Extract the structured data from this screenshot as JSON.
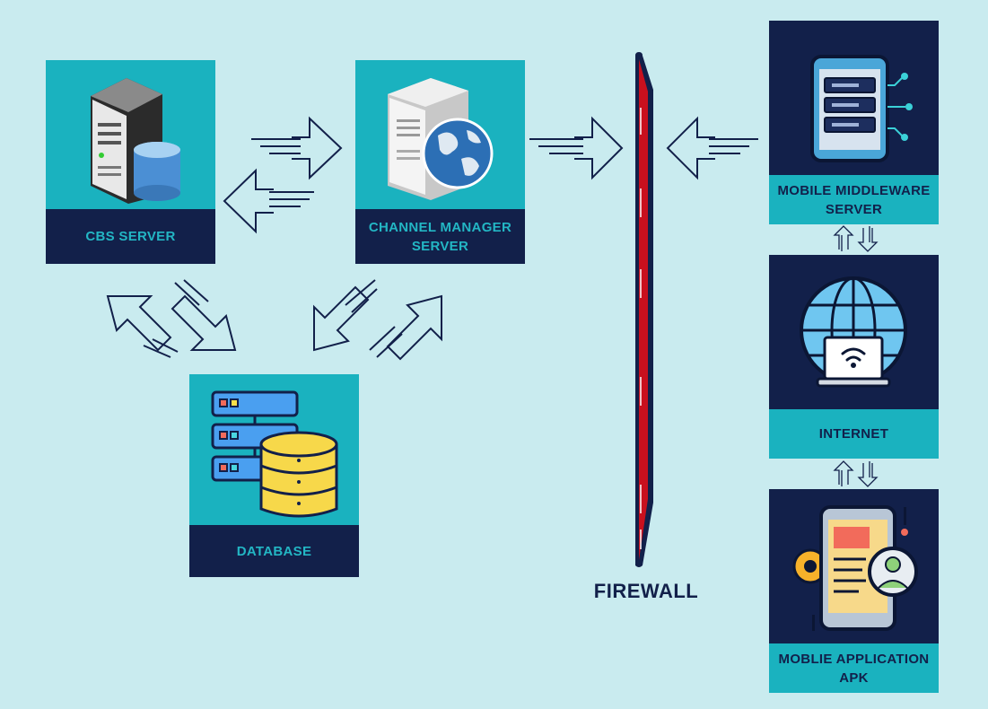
{
  "nodes": {
    "cbs_server": {
      "label": "CBS SERVER"
    },
    "channel_manager": {
      "label": "CHANNEL MANAGER\nSERVER"
    },
    "database": {
      "label": "DATABASE"
    },
    "mobile_middleware": {
      "label": "MOBILE MIDDLEWARE\nSERVER"
    },
    "internet": {
      "label": "INTERNET"
    },
    "mobile_app": {
      "label": "MOBLIE APPLICATION\nAPK"
    }
  },
  "firewall": {
    "label": "FIREWALL"
  },
  "colors": {
    "background": "#c9ebef",
    "teal": "#1ab2bf",
    "navy": "#12204a",
    "firewall_red": "#c8101e"
  }
}
